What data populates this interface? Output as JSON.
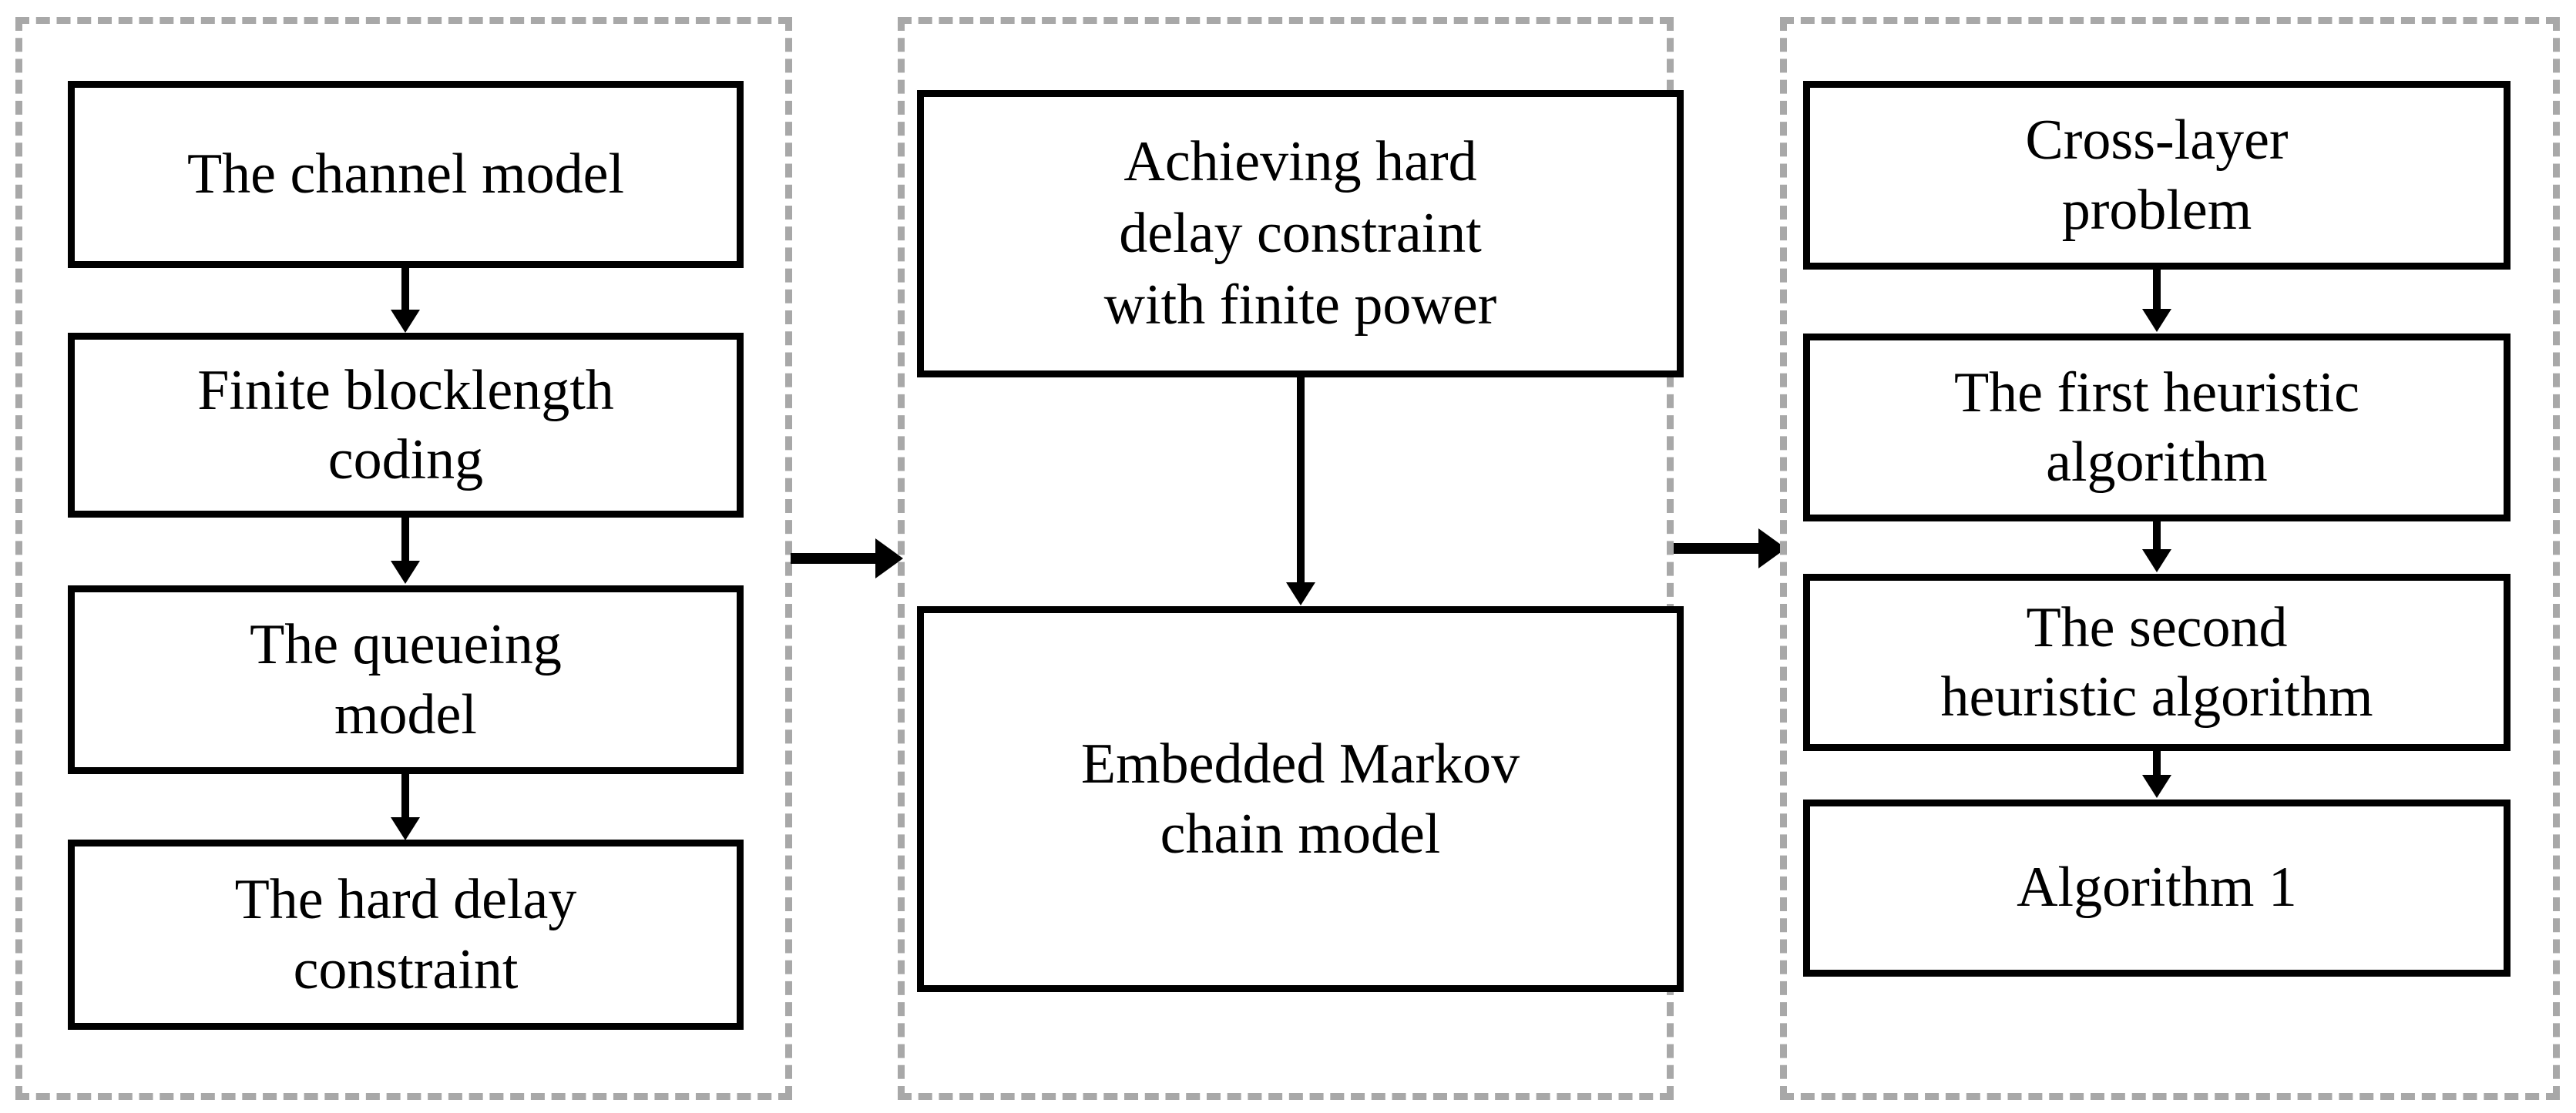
{
  "diagram": {
    "title": "Paper organization flow diagram",
    "colors": {
      "panel_border": "#a8a8a8",
      "node_border": "#000000",
      "node_fill": "#ffffff",
      "arrow": "#000000",
      "text": "#000000"
    },
    "panels": [
      {
        "id": "system-model-panel",
        "nodes": [
          {
            "id": "channel-model",
            "label": "The channel model"
          },
          {
            "id": "finite-blocklength-coding",
            "label": "Finite blocklength\ncoding"
          },
          {
            "id": "queueing-model",
            "label": "The queueing\nmodel"
          },
          {
            "id": "hard-delay-constraint",
            "label": "The hard delay\nconstraint"
          }
        ],
        "arrows": [
          {
            "id": "arrow-channel-to-coding",
            "from": "channel-model",
            "to": "finite-blocklength-coding"
          },
          {
            "id": "arrow-coding-to-queueing",
            "from": "finite-blocklength-coding",
            "to": "queueing-model"
          },
          {
            "id": "arrow-queueing-to-delay",
            "from": "queueing-model",
            "to": "hard-delay-constraint"
          }
        ]
      },
      {
        "id": "analysis-panel",
        "nodes": [
          {
            "id": "achieving-hard-delay",
            "label": "Achieving hard\ndelay constraint\nwith finite power"
          },
          {
            "id": "embedded-markov-chain",
            "label": "Embedded Markov\nchain model"
          }
        ],
        "arrows": [
          {
            "id": "arrow-achieving-to-markov",
            "from": "achieving-hard-delay",
            "to": "embedded-markov-chain"
          }
        ]
      },
      {
        "id": "algorithm-panel",
        "nodes": [
          {
            "id": "cross-layer-problem",
            "label": "Cross-layer\nproblem"
          },
          {
            "id": "first-heuristic-algorithm",
            "label": "The first heuristic\nalgorithm"
          },
          {
            "id": "second-heuristic-algorithm",
            "label": "The second\nheuristic algorithm"
          },
          {
            "id": "algorithm-1",
            "label": "Algorithm 1"
          }
        ],
        "arrows": [
          {
            "id": "arrow-crosslayer-to-first",
            "from": "cross-layer-problem",
            "to": "first-heuristic-algorithm"
          },
          {
            "id": "arrow-first-to-second",
            "from": "first-heuristic-algorithm",
            "to": "second-heuristic-algorithm"
          },
          {
            "id": "arrow-second-to-algorithm1",
            "from": "second-heuristic-algorithm",
            "to": "algorithm-1"
          }
        ]
      }
    ],
    "panel_arrows": [
      {
        "id": "arrow-panel1-to-panel2",
        "from": "system-model-panel",
        "to": "analysis-panel"
      },
      {
        "id": "arrow-panel2-to-panel3",
        "from": "analysis-panel",
        "to": "algorithm-panel"
      }
    ]
  }
}
